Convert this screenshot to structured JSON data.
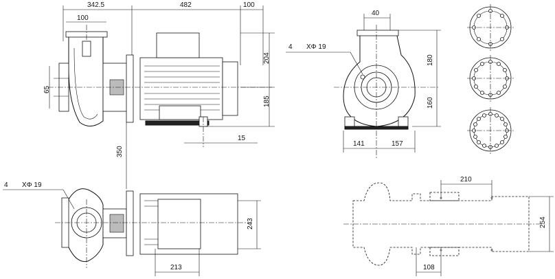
{
  "title": "",
  "dimensions": {
    "top_total": "342.5",
    "top_motor": "482",
    "top_right": "100",
    "flange_width": "100",
    "suction_height": "65",
    "motor_height_upper": "204",
    "motor_height_lower": "185",
    "foot_offset": "15",
    "pump_to_base": "350",
    "front_top": "40",
    "front_upper": "180",
    "front_lower": "160",
    "front_left": "141",
    "front_right": "157",
    "plan_motor_height": "243",
    "plan_foot_spacing": "213",
    "base_spacing": "210",
    "base_height": "254",
    "base_offset": "108"
  },
  "holes_front": {
    "count": "4",
    "label": "XΦ 19"
  },
  "holes_plan": {
    "count": "4",
    "label": "XΦ 19"
  }
}
